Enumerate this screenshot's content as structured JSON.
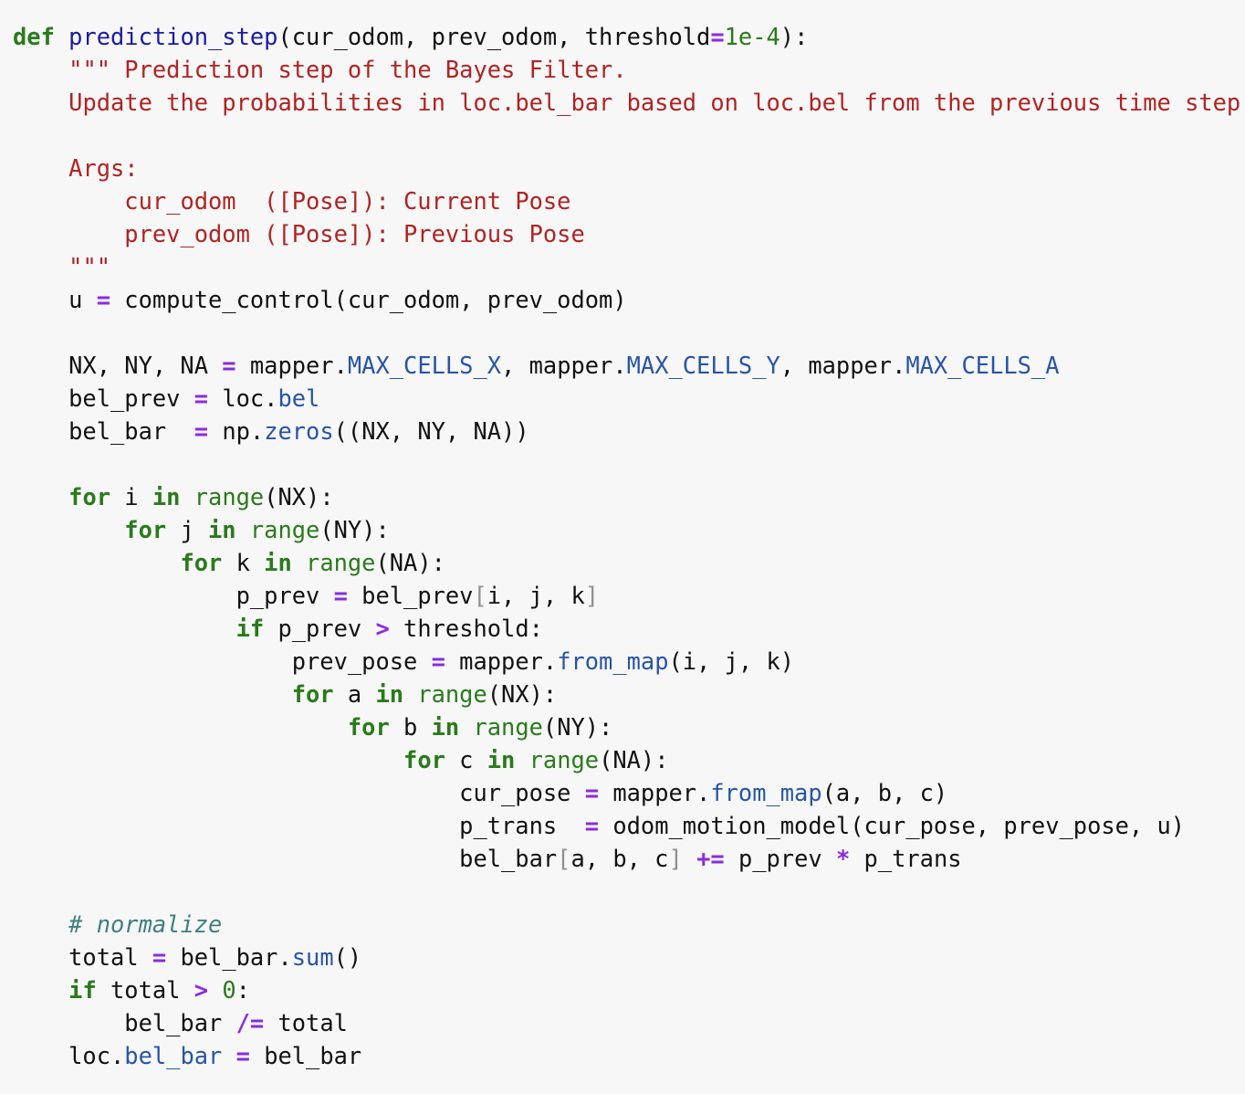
{
  "colors": {
    "background": "#f7f7f7",
    "text": "#111111",
    "keyword": "#2a7a1c",
    "function_name": "#1a1aa6",
    "string": "#b22222",
    "operator": "#8a2be2",
    "number": "#2a7a1c",
    "attribute": "#2754a8",
    "builtin": "#2a7a1c",
    "comment": "#3f7f7f",
    "bracket": "#8f8f8f"
  },
  "code": {
    "lines": [
      [
        [
          "kw",
          "def"
        ],
        [
          "name",
          " "
        ],
        [
          "def",
          "prediction_step"
        ],
        [
          "name",
          "(cur_odom, prev_odom, threshold"
        ],
        [
          "op",
          "="
        ],
        [
          "num",
          "1e-4"
        ],
        [
          "name",
          "):"
        ]
      ],
      [
        [
          "name",
          "    "
        ],
        [
          "str",
          "\"\"\" Prediction step of the Bayes Filter."
        ]
      ],
      [
        [
          "name",
          "    "
        ],
        [
          "str",
          "Update the probabilities in loc.bel_bar based on loc.bel from the previous time step"
        ]
      ],
      [
        [
          "name",
          ""
        ]
      ],
      [
        [
          "name",
          "    "
        ],
        [
          "str",
          "Args:"
        ]
      ],
      [
        [
          "name",
          "        "
        ],
        [
          "str",
          "cur_odom  ([Pose]): Current Pose"
        ]
      ],
      [
        [
          "name",
          "        "
        ],
        [
          "str",
          "prev_odom ([Pose]): Previous Pose"
        ]
      ],
      [
        [
          "name",
          "    "
        ],
        [
          "str",
          "\"\"\""
        ]
      ],
      [
        [
          "name",
          "    u "
        ],
        [
          "op",
          "="
        ],
        [
          "name",
          " compute_control(cur_odom, prev_odom)"
        ]
      ],
      [
        [
          "name",
          ""
        ]
      ],
      [
        [
          "name",
          "    NX, NY, NA "
        ],
        [
          "op",
          "="
        ],
        [
          "name",
          " mapper."
        ],
        [
          "attr",
          "MAX_CELLS_X"
        ],
        [
          "name",
          ", mapper."
        ],
        [
          "attr",
          "MAX_CELLS_Y"
        ],
        [
          "name",
          ", mapper."
        ],
        [
          "attr",
          "MAX_CELLS_A"
        ]
      ],
      [
        [
          "name",
          "    bel_prev "
        ],
        [
          "op",
          "="
        ],
        [
          "name",
          " loc."
        ],
        [
          "attr",
          "bel"
        ]
      ],
      [
        [
          "name",
          "    bel_bar  "
        ],
        [
          "op",
          "="
        ],
        [
          "name",
          " np."
        ],
        [
          "attr",
          "zeros"
        ],
        [
          "name",
          "((NX, NY, NA))"
        ]
      ],
      [
        [
          "name",
          ""
        ]
      ],
      [
        [
          "name",
          "    "
        ],
        [
          "kw",
          "for"
        ],
        [
          "name",
          " i "
        ],
        [
          "kw",
          "in"
        ],
        [
          "name",
          " "
        ],
        [
          "builtin",
          "range"
        ],
        [
          "name",
          "(NX):"
        ]
      ],
      [
        [
          "name",
          "        "
        ],
        [
          "kw",
          "for"
        ],
        [
          "name",
          " j "
        ],
        [
          "kw",
          "in"
        ],
        [
          "name",
          " "
        ],
        [
          "builtin",
          "range"
        ],
        [
          "name",
          "(NY):"
        ]
      ],
      [
        [
          "name",
          "            "
        ],
        [
          "kw",
          "for"
        ],
        [
          "name",
          " k "
        ],
        [
          "kw",
          "in"
        ],
        [
          "name",
          " "
        ],
        [
          "builtin",
          "range"
        ],
        [
          "name",
          "(NA):"
        ]
      ],
      [
        [
          "name",
          "                p_prev "
        ],
        [
          "op",
          "="
        ],
        [
          "name",
          " bel_prev"
        ],
        [
          "bracket",
          "["
        ],
        [
          "name",
          "i, j, k"
        ],
        [
          "bracket",
          "]"
        ]
      ],
      [
        [
          "name",
          "                "
        ],
        [
          "kw",
          "if"
        ],
        [
          "name",
          " p_prev "
        ],
        [
          "op",
          ">"
        ],
        [
          "name",
          " threshold:"
        ]
      ],
      [
        [
          "name",
          "                    prev_pose "
        ],
        [
          "op",
          "="
        ],
        [
          "name",
          " mapper."
        ],
        [
          "attr",
          "from_map"
        ],
        [
          "name",
          "(i, j, k)"
        ]
      ],
      [
        [
          "name",
          "                    "
        ],
        [
          "kw",
          "for"
        ],
        [
          "name",
          " a "
        ],
        [
          "kw",
          "in"
        ],
        [
          "name",
          " "
        ],
        [
          "builtin",
          "range"
        ],
        [
          "name",
          "(NX):"
        ]
      ],
      [
        [
          "name",
          "                        "
        ],
        [
          "kw",
          "for"
        ],
        [
          "name",
          " b "
        ],
        [
          "kw",
          "in"
        ],
        [
          "name",
          " "
        ],
        [
          "builtin",
          "range"
        ],
        [
          "name",
          "(NY):"
        ]
      ],
      [
        [
          "name",
          "                            "
        ],
        [
          "kw",
          "for"
        ],
        [
          "name",
          " c "
        ],
        [
          "kw",
          "in"
        ],
        [
          "name",
          " "
        ],
        [
          "builtin",
          "range"
        ],
        [
          "name",
          "(NA):"
        ]
      ],
      [
        [
          "name",
          "                                cur_pose "
        ],
        [
          "op",
          "="
        ],
        [
          "name",
          " mapper."
        ],
        [
          "attr",
          "from_map"
        ],
        [
          "name",
          "(a, b, c)"
        ]
      ],
      [
        [
          "name",
          "                                p_trans  "
        ],
        [
          "op",
          "="
        ],
        [
          "name",
          " odom_motion_model(cur_pose, prev_pose, u)"
        ]
      ],
      [
        [
          "name",
          "                                bel_bar"
        ],
        [
          "bracket",
          "["
        ],
        [
          "name",
          "a, b, c"
        ],
        [
          "bracket",
          "]"
        ],
        [
          "name",
          " "
        ],
        [
          "op",
          "+="
        ],
        [
          "name",
          " p_prev "
        ],
        [
          "op",
          "*"
        ],
        [
          "name",
          " p_trans"
        ]
      ],
      [
        [
          "name",
          ""
        ]
      ],
      [
        [
          "name",
          "    "
        ],
        [
          "comment",
          "# normalize"
        ]
      ],
      [
        [
          "name",
          "    total "
        ],
        [
          "op",
          "="
        ],
        [
          "name",
          " bel_bar."
        ],
        [
          "attr",
          "sum"
        ],
        [
          "name",
          "()"
        ]
      ],
      [
        [
          "name",
          "    "
        ],
        [
          "kw",
          "if"
        ],
        [
          "name",
          " total "
        ],
        [
          "op",
          ">"
        ],
        [
          "name",
          " "
        ],
        [
          "num",
          "0"
        ],
        [
          "name",
          ":"
        ]
      ],
      [
        [
          "name",
          "        bel_bar "
        ],
        [
          "op",
          "/="
        ],
        [
          "name",
          " total"
        ]
      ],
      [
        [
          "name",
          "    loc."
        ],
        [
          "attr",
          "bel_bar"
        ],
        [
          "name",
          " "
        ],
        [
          "op",
          "="
        ],
        [
          "name",
          " bel_bar"
        ]
      ]
    ]
  }
}
